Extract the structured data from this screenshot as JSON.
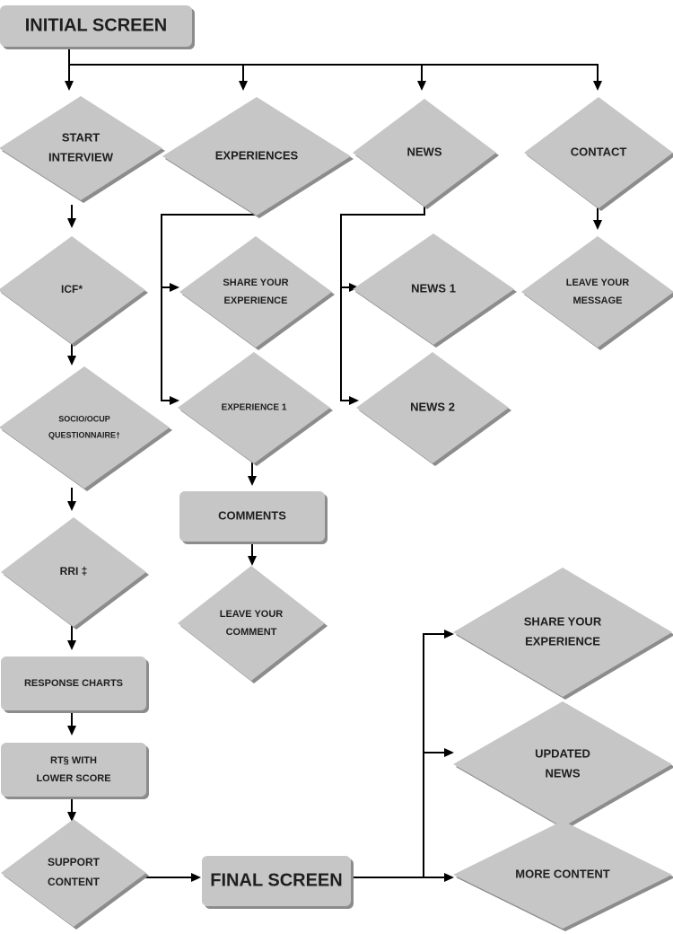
{
  "nodes": {
    "initial_screen": [
      "INITIAL SCREEN"
    ],
    "start_interview": [
      "START",
      "INTERVIEW"
    ],
    "experiences": [
      "EXPERIENCES"
    ],
    "news": [
      "NEWS"
    ],
    "contact": [
      "CONTACT"
    ],
    "icf": [
      "ICF*"
    ],
    "share_experience_1": [
      "SHARE YOUR",
      "EXPERIENCE"
    ],
    "news_1": [
      "NEWS 1"
    ],
    "leave_message": [
      "LEAVE YOUR",
      "MESSAGE"
    ],
    "socio_questionnaire": [
      "SOCIO/OCUP",
      "QUESTIONNAIRE†"
    ],
    "experience_1": [
      "EXPERIENCE 1"
    ],
    "news_2": [
      "NEWS 2"
    ],
    "comments": [
      "COMMENTS"
    ],
    "rri": [
      "RRI ‡"
    ],
    "leave_comment": [
      "LEAVE YOUR",
      "COMMENT"
    ],
    "share_experience_2": [
      "SHARE YOUR",
      "EXPERIENCE"
    ],
    "response_charts": [
      "RESPONSE CHARTS"
    ],
    "updated_news": [
      "UPDATED",
      "NEWS"
    ],
    "rt_lower_score": [
      "RT§ WITH",
      "LOWER SCORE"
    ],
    "support_content": [
      "SUPPORT",
      "CONTENT"
    ],
    "final_screen": [
      "FINAL SCREEN"
    ],
    "more_content": [
      "MORE CONTENT"
    ]
  },
  "colors": {
    "shape_fill": "#c6c6c6",
    "shape_shadow": "#8c8c8c",
    "line": "#000000",
    "text": "#1e1e1e",
    "background": "#ffffff"
  }
}
